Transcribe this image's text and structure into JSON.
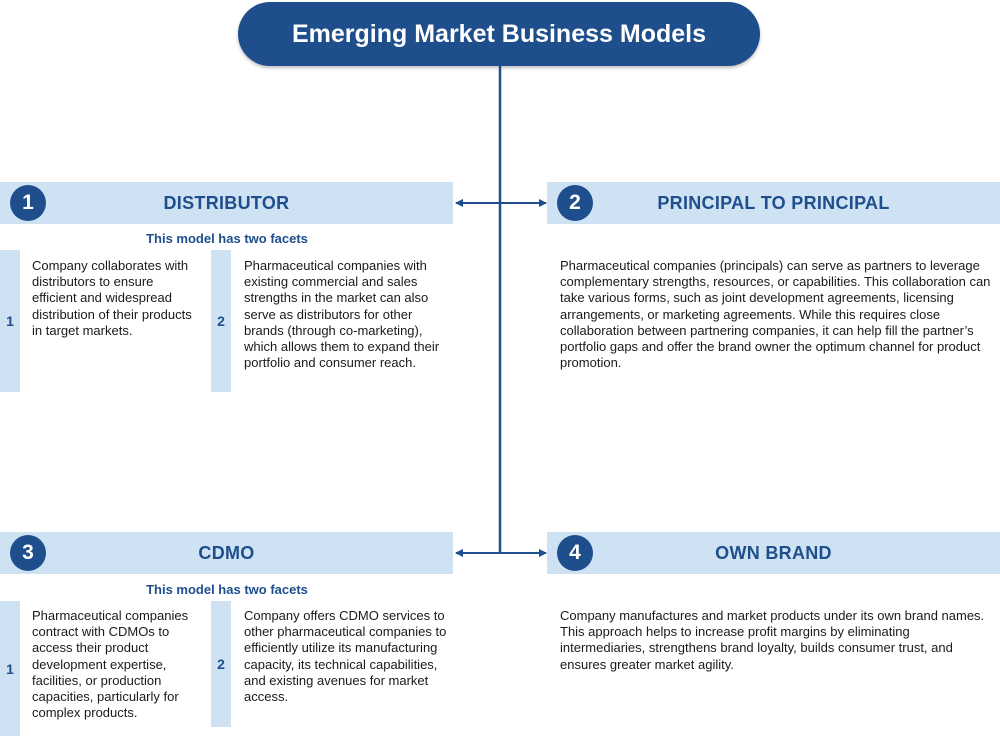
{
  "title": "Emerging Market Business Models",
  "models": [
    {
      "number": "1",
      "name": "DISTRIBUTOR",
      "caption": "This model has two facets",
      "facets": [
        {
          "number": "1",
          "text": "Company collaborates with distributors to ensure efficient and widespread distribution of their products in target markets."
        },
        {
          "number": "2",
          "text": "Pharmaceutical companies with existing commercial and sales strengths in the market can also serve as distributors for other brands (through co-marketing), which allows them to expand their portfolio and consumer reach."
        }
      ]
    },
    {
      "number": "2",
      "name": "PRINCIPAL TO PRINCIPAL",
      "text": "Pharmaceutical companies (principals) can serve as partners to leverage complementary strengths, resources, or capabilities. This collaboration can take various forms, such as joint development agreements, licensing arrangements, or marketing agreements. While this requires close collaboration between partnering companies, it can help fill the partner’s portfolio gaps and offer the brand owner the optimum channel for product promotion."
    },
    {
      "number": "3",
      "name": "CDMO",
      "caption": "This model has two facets",
      "facets": [
        {
          "number": "1",
          "text": "Pharmaceutical companies contract with CDMOs to access their product development expertise, facilities, or production capacities, particularly for complex products."
        },
        {
          "number": "2",
          "text": "Company offers CDMO services to other pharmaceutical companies to efficiently utilize its manufacturing capacity, its technical capabilities, and existing avenues for market access."
        }
      ]
    },
    {
      "number": "4",
      "name": "OWN BRAND",
      "text": "Company manufactures and market products under its own brand names. This approach helps to increase profit margins by eliminating intermediaries, strengthens brand loyalty, builds consumer trust, and ensures greater market agility."
    }
  ],
  "colors": {
    "primary": "#1e4e8c",
    "header_fill": "#cfe2f3",
    "text": "#1a1a1a"
  }
}
